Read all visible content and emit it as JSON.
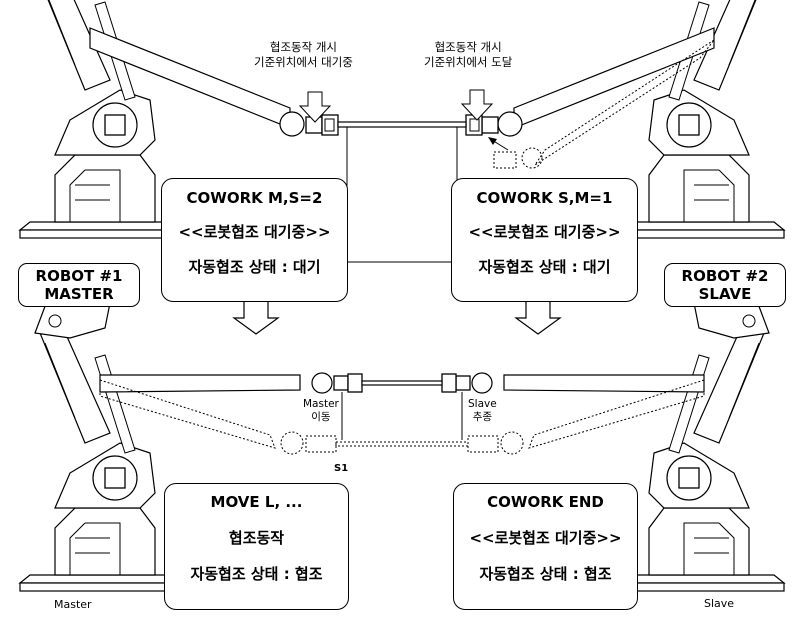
{
  "top": {
    "note_left": [
      "협조동작 개시",
      "기준위치에서 대기중"
    ],
    "note_right": [
      "협조동작 개시",
      "기준위치에서 도달"
    ],
    "box_left": [
      "COWORK M,S=2",
      "<<로봇협조 대기중>>",
      "자동협조 상태 : 대기"
    ],
    "box_right": [
      "COWORK S,M=1",
      "<<로봇협조 대기중>>",
      "자동협조 상태 : 대기"
    ],
    "robot1_label": [
      "ROBOT #1",
      "MASTER"
    ],
    "robot2_label": [
      "ROBOT #2",
      "SLAVE"
    ]
  },
  "bottom": {
    "master_move": [
      "Master",
      "이동"
    ],
    "slave_follow": [
      "Slave",
      "추종"
    ],
    "s1": "S1",
    "box_left": [
      "MOVE L, ...",
      "협조동작",
      "자동협조 상태 : 협조"
    ],
    "box_right": [
      "COWORK END",
      "<<로봇협조 대기중>>",
      "자동협조 상태 : 협조"
    ],
    "caption_left": "Master",
    "caption_right": "Slave"
  }
}
